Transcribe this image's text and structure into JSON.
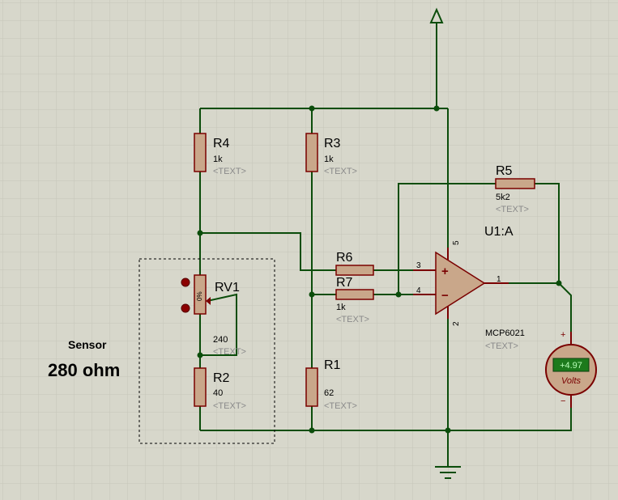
{
  "colors": {
    "background": "#d7d7cb",
    "grid": "#c6c6b8",
    "wire": "#0b4d0b",
    "component_outline": "#7a0000",
    "component_fill": "#c9a78a",
    "meter_display": "#1c7a1c",
    "meter_text": "#b8ffb8"
  },
  "sensor": {
    "label": "Sensor",
    "reading": "280 ohm"
  },
  "components": {
    "r4": {
      "ref": "R4",
      "value": "1k",
      "text": "<TEXT>"
    },
    "r3": {
      "ref": "R3",
      "value": "1k",
      "text": "<TEXT>"
    },
    "r5": {
      "ref": "R5",
      "value": "5k2",
      "text": "<TEXT>"
    },
    "r6": {
      "ref": "R6"
    },
    "r7": {
      "ref": "R7",
      "value": "1k",
      "text": "<TEXT>"
    },
    "rv1": {
      "ref": "RV1",
      "value": "240",
      "text": "<TEXT>",
      "wiper": "0%"
    },
    "r2": {
      "ref": "R2",
      "value": "40",
      "text": "<TEXT>"
    },
    "r1": {
      "ref": "R1",
      "value": "62",
      "text": "<TEXT>"
    },
    "u1": {
      "ref": "U1:A",
      "part": "MCP6021",
      "text": "<TEXT>",
      "plus": "+",
      "minus": "−",
      "pins": {
        "p3": "3",
        "p4": "4",
        "p5": "5",
        "p2": "2",
        "p1": "1"
      }
    },
    "voltmeter": {
      "reading": "+4.97",
      "unit": "Volts",
      "plus": "+",
      "minus": "−"
    }
  }
}
